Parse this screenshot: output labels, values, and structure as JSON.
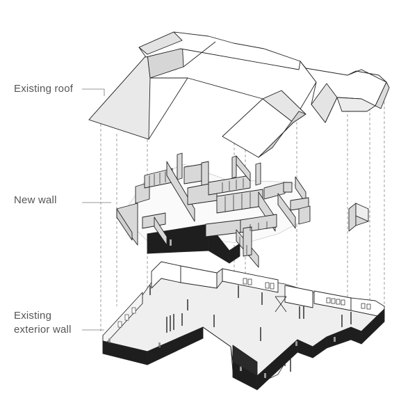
{
  "labels": {
    "roof": "Existing roof",
    "new_wall": "New wall",
    "exterior_line1": "Existing",
    "exterior_line2": "exterior wall"
  },
  "colors": {
    "line": "#222222",
    "wall_face": "#d8d8d8",
    "wall_dark": "#1e1e1e",
    "roof_face": "#ffffff",
    "floor": "#efefef",
    "label_text": "#555555"
  }
}
